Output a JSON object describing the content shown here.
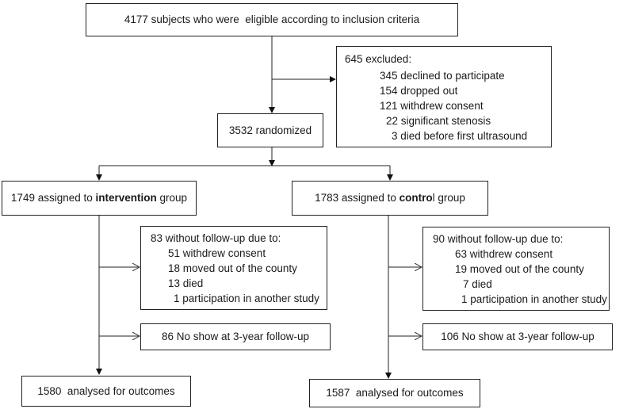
{
  "diagram": {
    "enrolment": "4177 subjects who were  eligible according to inclusion criteria",
    "excluded": {
      "heading": "645 excluded:",
      "items": [
        "345 declined to participate",
        "154 dropped out",
        "121 withdrew consent",
        "22 significant stenosis",
        "3 died before first ultrasound"
      ]
    },
    "randomized": "3532 randomized",
    "intervention": {
      "assigned_prefix": "1749 assigned to ",
      "assigned_bold": "intervention",
      "assigned_suffix": " group",
      "lost": {
        "heading": "83 without follow-up due to:",
        "items": [
          "51 withdrew consent",
          "18 moved out of the county",
          "13 died",
          "1 participation in another study"
        ]
      },
      "no_show": "86 No show at 3-year follow-up",
      "analysed": "1580  analysed for outcomes"
    },
    "control": {
      "assigned_prefix": "1783 assigned to ",
      "assigned_bold": "contro",
      "assigned_suffix": "l group",
      "lost": {
        "heading": "90 without follow-up due to:",
        "items": [
          "63 withdrew consent",
          "19 moved out of the county",
          "7 died",
          "1 participation in another study"
        ]
      },
      "no_show": "106 No show at 3-year follow-up",
      "analysed": "1587  analysed for outcomes"
    }
  }
}
